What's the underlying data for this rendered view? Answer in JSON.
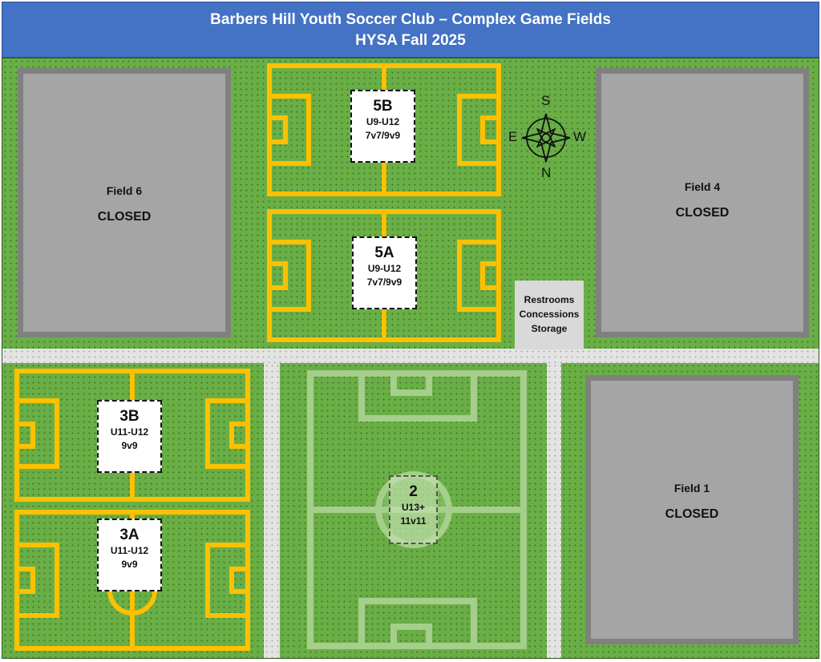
{
  "header": {
    "title": "Barbers Hill Youth Soccer Club – Complex  Game Fields",
    "subtitle": "HYSA Fall 2025",
    "background_color": "#4472c4"
  },
  "colors": {
    "grass": "#6aaf46",
    "line_yellow": "#ffc000",
    "line_faded": "#a9d18e",
    "closed_fill": "#a5a5a5",
    "closed_border": "#808080",
    "walkway": "#e3e3e3"
  },
  "closed_fields": [
    {
      "name": "Field 6",
      "status": "CLOSED"
    },
    {
      "name": "Field 4",
      "status": "CLOSED"
    },
    {
      "name": "Field 1",
      "status": "CLOSED"
    }
  ],
  "active_fields": [
    {
      "id": "5B",
      "age": "U9-U12",
      "format": "7v7/9v9"
    },
    {
      "id": "5A",
      "age": "U9-U12",
      "format": "7v7/9v9"
    },
    {
      "id": "3B",
      "age": "U11-U12",
      "format": "9v9"
    },
    {
      "id": "3A",
      "age": "U11-U12",
      "format": "9v9"
    },
    {
      "id": "2",
      "age": "U13+",
      "format": "11v11"
    }
  ],
  "building": {
    "lines": [
      "Restrooms",
      "Concessions",
      "Storage"
    ]
  },
  "compass": {
    "top": "S",
    "bottom": "N",
    "left": "E",
    "right": "W"
  }
}
